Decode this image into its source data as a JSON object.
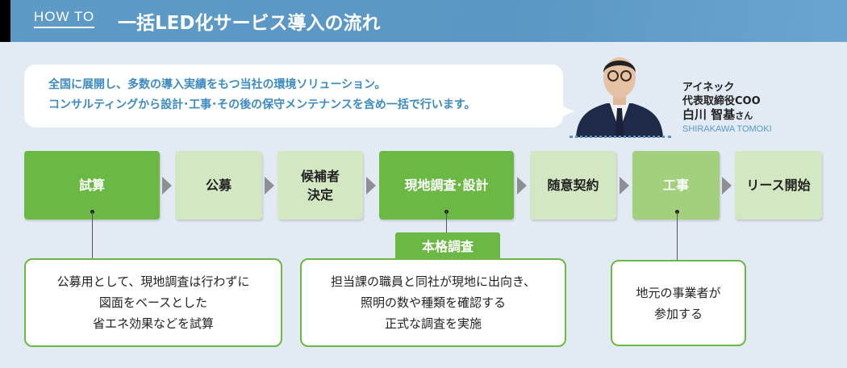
{
  "header": {
    "howto": "HOW TO",
    "title": "一括LED化サービス導入の流れ"
  },
  "bubble": {
    "line1": "全国に展開し、多数の導入実績をもつ当社の環境ソリューション。",
    "line2": "コンサルティングから設計･工事･その後の保守メンテナンスを含め一括で行います。"
  },
  "person": {
    "company": "アイネック",
    "role": "代表取締役COO",
    "name": "白川 智基",
    "honorific": "さん",
    "roman": "SHIRAKAWA TOMOKI"
  },
  "steps": [
    {
      "line1": "試算",
      "line2": ""
    },
    {
      "line1": "公募",
      "line2": ""
    },
    {
      "line1": "候補者",
      "line2": "決定"
    },
    {
      "line1": "現地調査･設計",
      "line2": ""
    },
    {
      "line1": "随意契約",
      "line2": ""
    },
    {
      "line1": "工事",
      "line2": ""
    },
    {
      "line1": "リース開始",
      "line2": ""
    }
  ],
  "tag": "本格調査",
  "notes": [
    {
      "lines": [
        "公募用として、現地調査は行わずに",
        "図面をベースとした",
        "省エネ効果などを試算"
      ]
    },
    {
      "lines": [
        "担当課の職員と同社が現地に出向き、",
        "照明の数や種類を確認する",
        "正式な調査を実施"
      ]
    },
    {
      "lines": [
        "地元の事業者が",
        "参加する"
      ]
    }
  ],
  "colors": {
    "header": "#5b97c4",
    "dark_green": "#6bb944",
    "light_green": "#d3e7c2",
    "mid_green": "#a2d07d",
    "background": "#e2eaf3"
  }
}
